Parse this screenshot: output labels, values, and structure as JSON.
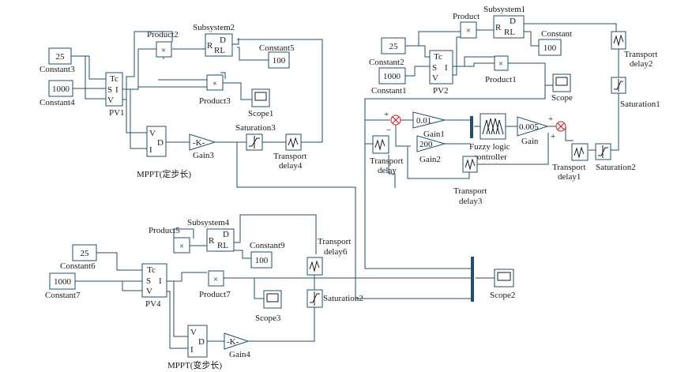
{
  "colors": {
    "wire": "#1f4e6e",
    "sum_symbol": "#cc2222"
  },
  "blocks": {
    "constant3": {
      "value": "25",
      "label": "Constant3"
    },
    "constant4": {
      "value": "1000",
      "label": "Constant4"
    },
    "pv1": {
      "label": "PV1",
      "ports": [
        "Tc",
        "S",
        "V",
        "I"
      ]
    },
    "mppt1": {
      "label": "MPPT(定步长)",
      "ports": [
        "V",
        "I",
        "D"
      ]
    },
    "gain3": {
      "value": "-K-",
      "label": "Gain3"
    },
    "product2": {
      "label": "Product2"
    },
    "product3": {
      "label": "Product3"
    },
    "subsystem2": {
      "label": "Subsystem2",
      "ports": [
        "R",
        "D",
        "RL"
      ]
    },
    "constant5": {
      "value": "100",
      "label": "Constant5"
    },
    "scope1": {
      "label": "Scope1"
    },
    "saturation3": {
      "label": "Saturation3"
    },
    "transport_delay4": {
      "label1": "Transport",
      "label2": "delay4"
    },
    "constant2": {
      "value": "25",
      "label": "Constant2"
    },
    "constant1": {
      "value": "1000",
      "label": "Constant1"
    },
    "pv2": {
      "label": "PV2",
      "ports": [
        "Tc",
        "S",
        "V",
        "I"
      ]
    },
    "product": {
      "label": "Product"
    },
    "product1": {
      "label": "Product1"
    },
    "subsystem1": {
      "label": "Subsystem1",
      "ports": [
        "R",
        "D",
        "RL"
      ]
    },
    "constant": {
      "value": "100",
      "label": "Constant"
    },
    "scope": {
      "label": "Scope"
    },
    "transport_delay2": {
      "label1": "Transport",
      "label2": "delay2"
    },
    "saturation1": {
      "label": "Saturation1"
    },
    "transport_delay": {
      "label1": "Transport",
      "label2": "delay"
    },
    "gain1": {
      "value": "0.01",
      "label": "Gain1"
    },
    "gain2": {
      "value": "200",
      "label": "Gain2"
    },
    "fuzzy": {
      "label1": "Fuzzy logic",
      "label2": "controller"
    },
    "gain": {
      "value": "0.005",
      "label": "Gain"
    },
    "transport_delay1": {
      "label1": "Transport",
      "label2": "delay1"
    },
    "saturation2_right": {
      "label": "Saturation2"
    },
    "transport_delay3": {
      "label1": "Transport",
      "label2": "delay3"
    },
    "sum_signs": {
      "plus": "+",
      "minus": "−"
    },
    "constant6": {
      "value": "25",
      "label": "Constant6"
    },
    "constant7": {
      "value": "1000",
      "label": "Constant7"
    },
    "pv4": {
      "label": "PV4",
      "ports": [
        "Tc",
        "S",
        "V",
        "I"
      ]
    },
    "mppt2": {
      "label": "MPPT(变步长)",
      "ports": [
        "V",
        "I",
        "D"
      ]
    },
    "gain4": {
      "value": "-K-",
      "label": "Gain4"
    },
    "product5": {
      "label": "Product5"
    },
    "product7": {
      "label": "Product7"
    },
    "subsystem4": {
      "label": "Subsystem4",
      "ports": [
        "R",
        "D",
        "RL"
      ]
    },
    "constant9": {
      "value": "100",
      "label": "Constant9"
    },
    "scope3": {
      "label": "Scope3"
    },
    "transport_delay6": {
      "label1": "Transport",
      "label2": "delay6"
    },
    "saturation2_bottom": {
      "label": "Saturation2"
    },
    "scope2": {
      "label": "Scope2"
    }
  }
}
